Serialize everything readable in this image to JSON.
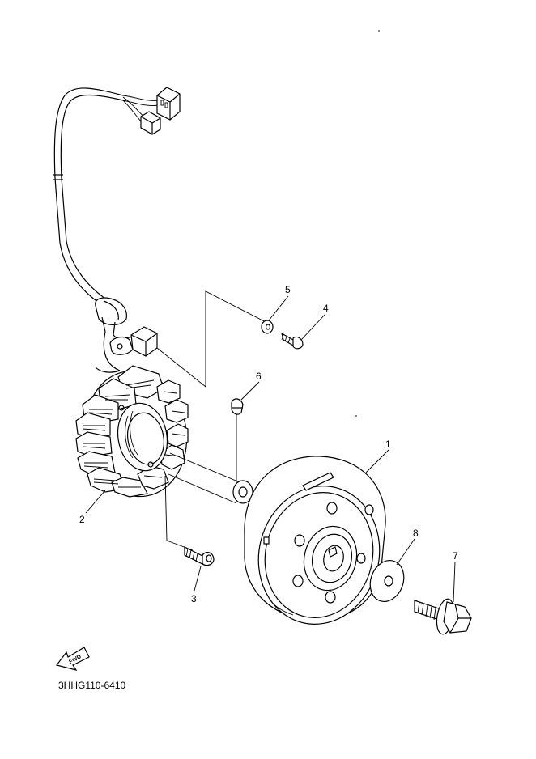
{
  "diagram": {
    "part_code": "3HHG110-6410",
    "direction_label": "FWD",
    "callouts": [
      "1",
      "2",
      "3",
      "4",
      "5",
      "6",
      "7",
      "8"
    ]
  }
}
